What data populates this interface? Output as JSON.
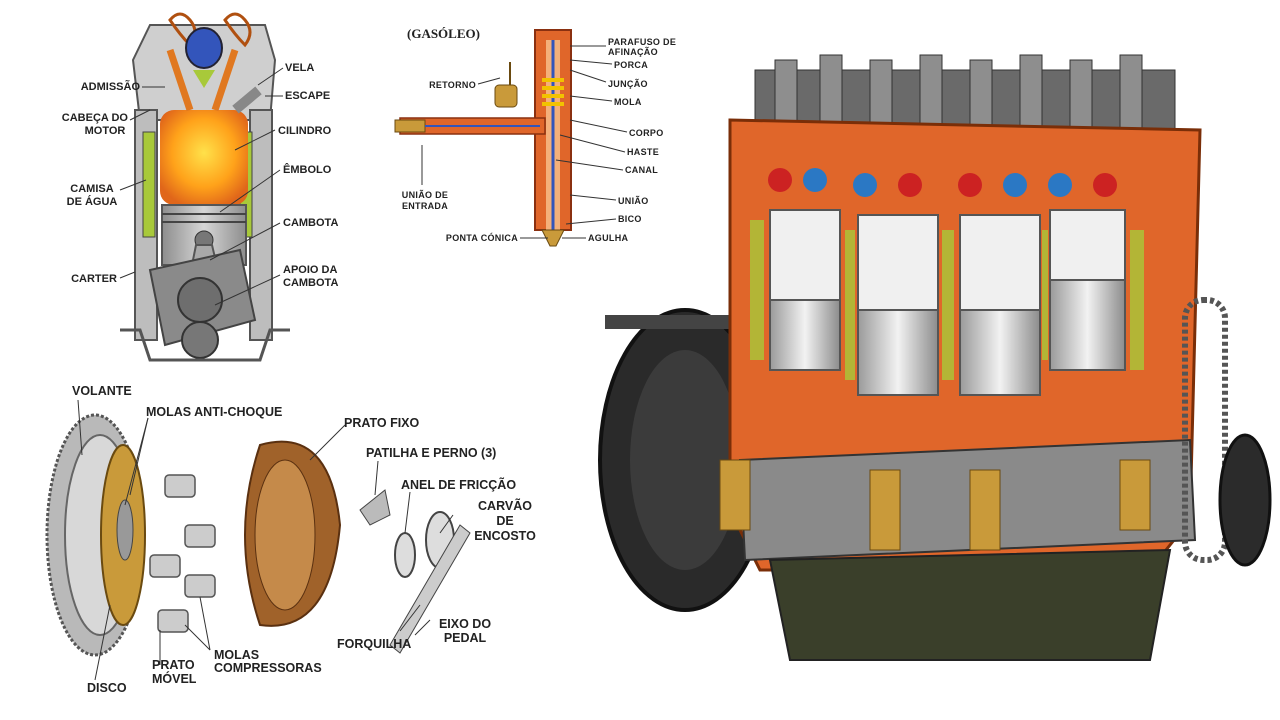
{
  "piston_diagram": {
    "labels": {
      "admissao": "ADMISSÃO",
      "cabeca_motor_1": "CABEÇA DO",
      "cabeca_motor_2": "MOTOR",
      "camisa_1": "CAMISA",
      "camisa_2": "DE ÁGUA",
      "carter": "CARTER",
      "vela": "VELA",
      "escape": "ESCAPE",
      "cilindro": "CILINDRO",
      "embolo": "ÊMBOLO",
      "cambota": "CAMBOTA",
      "apoio_1": "APOIO DA",
      "apoio_2": "CAMBOTA"
    }
  },
  "injector_diagram": {
    "title": "(GASÓLEO)",
    "labels": {
      "parafuso_1": "PARAFUSO DE",
      "parafuso_2": "AFINAÇÃO",
      "porca": "PORCA",
      "juncao": "JUNÇÃO",
      "mola": "MOLA",
      "corpo": "CORPO",
      "haste": "HASTE",
      "canal": "CANAL",
      "uniao": "UNIÃO",
      "bico": "BICO",
      "agulha": "AGULHA",
      "retorno": "RETORNO",
      "uniao_entrada_1": "UNIÃO DE",
      "uniao_entrada_2": "ENTRADA",
      "ponta_conica": "PONTA CÓNICA"
    }
  },
  "clutch_diagram": {
    "labels": {
      "volante": "VOLANTE",
      "molas_anti_choque": "MOLAS ANTI-CHOQUE",
      "prato_fixo": "PRATO FIXO",
      "patilha": "PATILHA E PERNO (3)",
      "anel": "ANEL DE FRICÇÃO",
      "carvao_1": "CARVÃO",
      "carvao_2": "DE",
      "carvao_3": "ENCOSTO",
      "eixo_1": "EIXO DO",
      "eixo_2": "PEDAL",
      "forquilha": "FORQUILHA",
      "molas_comp_1": "MOLAS",
      "molas_comp_2": "COMPRESSORAS",
      "prato_movel_1": "PRATO",
      "prato_movel_2": "MÓVEL",
      "disco": "DISCO"
    }
  },
  "colors": {
    "engine_orange": "#e0662a",
    "cylinder_fire": "#ffa21a",
    "water_jacket": "#a8c93a",
    "metal_grey": "#9a9a9a",
    "brass": "#c99a3a"
  }
}
